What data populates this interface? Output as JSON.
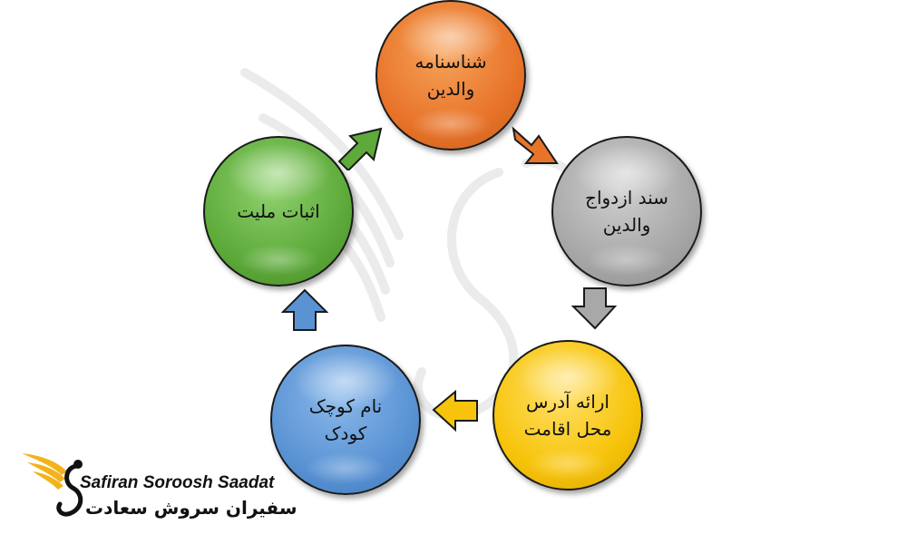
{
  "diagram": {
    "nodes": [
      {
        "id": "birth-certificate",
        "label": "شناسنامه\nوالدین",
        "color": "#e8742a"
      },
      {
        "id": "marriage-certificate",
        "label": "سند ازدواج\nوالدین",
        "color": "#a8a8a8"
      },
      {
        "id": "residence-address",
        "label": "ارائه آدرس\nمحل اقامت",
        "color": "#f7c40b"
      },
      {
        "id": "child-name",
        "label": "نام کوچک\nکودک",
        "color": "#5a93d4"
      },
      {
        "id": "nationality-proof",
        "label": "اثبات ملیت",
        "color": "#5daa3a"
      }
    ],
    "arrows": [
      {
        "from": "nationality-proof",
        "to": "birth-certificate",
        "color": "#5daa3a"
      },
      {
        "from": "birth-certificate",
        "to": "marriage-certificate",
        "color": "#e8742a"
      },
      {
        "from": "marriage-certificate",
        "to": "residence-address",
        "color": "#a8a8a8"
      },
      {
        "from": "residence-address",
        "to": "child-name",
        "color": "#f7c40b"
      },
      {
        "from": "child-name",
        "to": "nationality-proof",
        "color": "#5a93d4"
      }
    ]
  },
  "logo": {
    "name_en": "Safiran Soroosh Saadat",
    "name_fa": "سفیران سروش سعادت"
  }
}
